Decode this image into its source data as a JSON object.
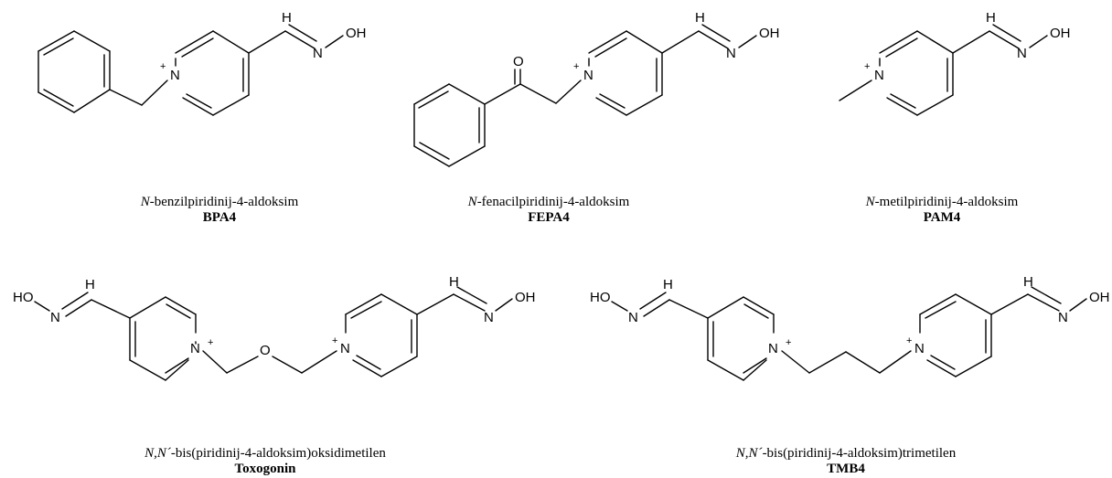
{
  "atoms": {
    "nitrogen": "N",
    "nitrogen_cation": "N",
    "plus": "+",
    "hydrogen": "H",
    "hydroxyl_right": "OH",
    "hydroxyl_left": "HO",
    "oxygen": "O"
  },
  "compounds": [
    {
      "id": "bpa4",
      "prefix": "N",
      "name_rest": "-benzilpiridinij-4-aldoksim",
      "code": "BPA4"
    },
    {
      "id": "fepa4",
      "prefix": "N",
      "name_rest": "-fenacilpiridinij-4-aldoksim",
      "code": "FEPA4"
    },
    {
      "id": "pam4",
      "prefix": "N",
      "name_rest": "-metilpiridinij-4-aldoksim",
      "code": "PAM4"
    },
    {
      "id": "toxogonin",
      "prefix": "N,N´",
      "name_rest": "-bis(piridinij-4-aldoksim)oksidimetilen",
      "code": "Toxogonin"
    },
    {
      "id": "tmb4",
      "prefix": "N,N´",
      "name_rest": "-bis(piridinij-4-aldoksim)trimetilen",
      "code": "TMB4"
    }
  ]
}
